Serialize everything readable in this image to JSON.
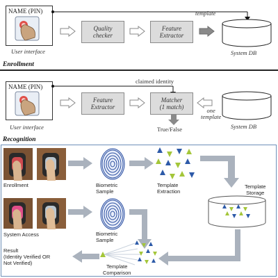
{
  "enrollment": {
    "name_pin": "NAME (PIN)",
    "quality_checker": [
      "Quality",
      "checker"
    ],
    "feature_extractor": [
      "Feature",
      "Extractor"
    ],
    "template_label": "template",
    "user_interface": "User interface",
    "system_db": "System DB",
    "section_title": "Enrollment"
  },
  "recognition_top": {
    "name_pin": "NAME (PIN)",
    "claimed_identity": "claimed identity",
    "feature_extractor": [
      "Feature",
      "Extractor"
    ],
    "matcher": [
      "Matcher",
      "(1 match)"
    ],
    "one_template": [
      "one",
      "template"
    ],
    "true_false": "True/False",
    "user_interface": "User interface",
    "system_db": "System DB",
    "section_title": "Recognition"
  },
  "recognition_panel": {
    "enrollment": "Enrollment",
    "biometric_sample_1": [
      "Biometric",
      "Sample"
    ],
    "template_extraction": [
      "Template",
      "Extraction"
    ],
    "template_storage": [
      "Template",
      "Storage"
    ],
    "system_access": "System Access",
    "biometric_sample_2": [
      "Biometric",
      "Sample"
    ],
    "result": [
      "Result",
      "(Identity Verified OR",
      "Not Verified)"
    ],
    "template_comparison": [
      "Template",
      "Comparison"
    ]
  },
  "colors": {
    "box_fill": "#dcdcdc",
    "panel_border": "#6d8fb8",
    "arrow_gray": "#aab2bd",
    "triangle_blue": "#2d5aa8",
    "triangle_green": "#a4c639",
    "fingerprint_blue": "#2b4fa0"
  },
  "icons": [
    "finger-press-icon",
    "database-cylinder-icon",
    "fingerprint-icon",
    "finger-scanner-photo-icon"
  ]
}
